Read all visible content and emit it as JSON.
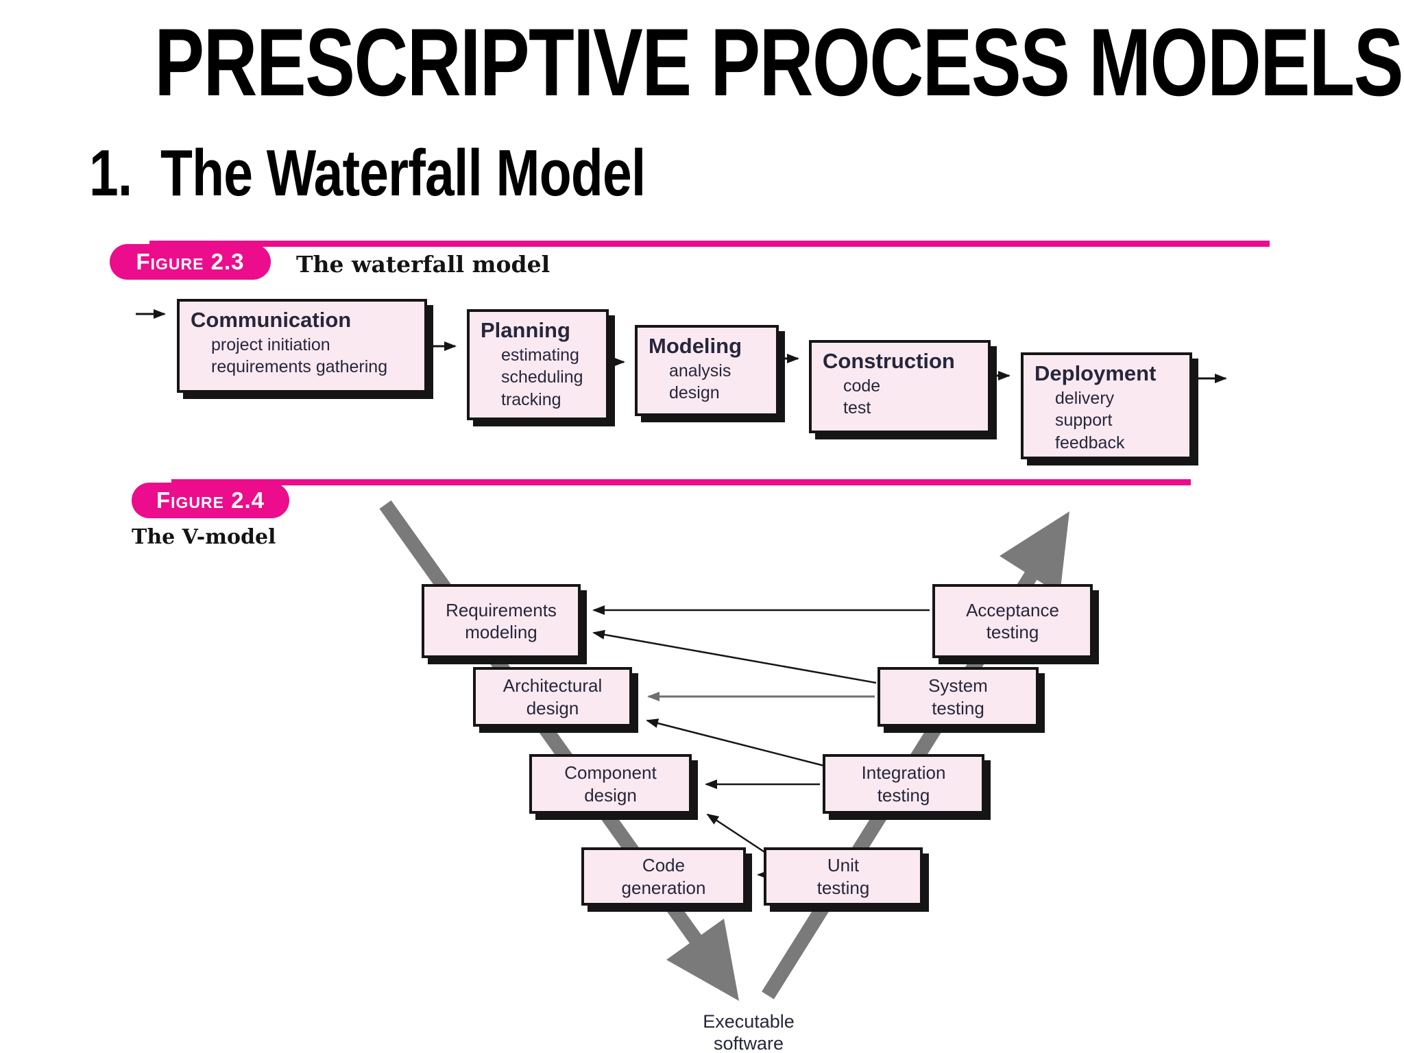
{
  "slide": {
    "title": "PRESCRIPTIVE PROCESS MODELS",
    "heading_number": "1.",
    "heading_text": "The Waterfall Model"
  },
  "figure23": {
    "badge": "Figure 2.3",
    "caption": "The waterfall model",
    "stages": [
      {
        "title": "Communication",
        "items": [
          "project initiation",
          "requirements gathering"
        ]
      },
      {
        "title": "Planning",
        "items": [
          "estimating",
          "scheduling",
          "tracking"
        ]
      },
      {
        "title": "Modeling",
        "items": [
          "analysis",
          "design"
        ]
      },
      {
        "title": "Construction",
        "items": [
          "code",
          "test"
        ]
      },
      {
        "title": "Deployment",
        "items": [
          "delivery",
          "support",
          "feedback"
        ]
      }
    ]
  },
  "figure24": {
    "badge": "Figure 2.4",
    "caption": "The V-model",
    "left_boxes": [
      {
        "line1": "Requirements",
        "line2": "modeling"
      },
      {
        "line1": "Architectural",
        "line2": "design"
      },
      {
        "line1": "Component",
        "line2": "design"
      },
      {
        "line1": "Code",
        "line2": "generation"
      }
    ],
    "right_boxes": [
      {
        "line1": "Acceptance",
        "line2": "testing"
      },
      {
        "line1": "System",
        "line2": "testing"
      },
      {
        "line1": "Integration",
        "line2": "testing"
      },
      {
        "line1": "Unit",
        "line2": "testing"
      }
    ],
    "bottom_label": {
      "line1": "Executable",
      "line2": "software"
    }
  },
  "colors": {
    "accent_pink": "#EB0D8C",
    "box_fill": "#FBE9F1",
    "box_border": "#151515",
    "v_arrow_gray": "#7A7A7A",
    "box_text": "#26263C"
  }
}
